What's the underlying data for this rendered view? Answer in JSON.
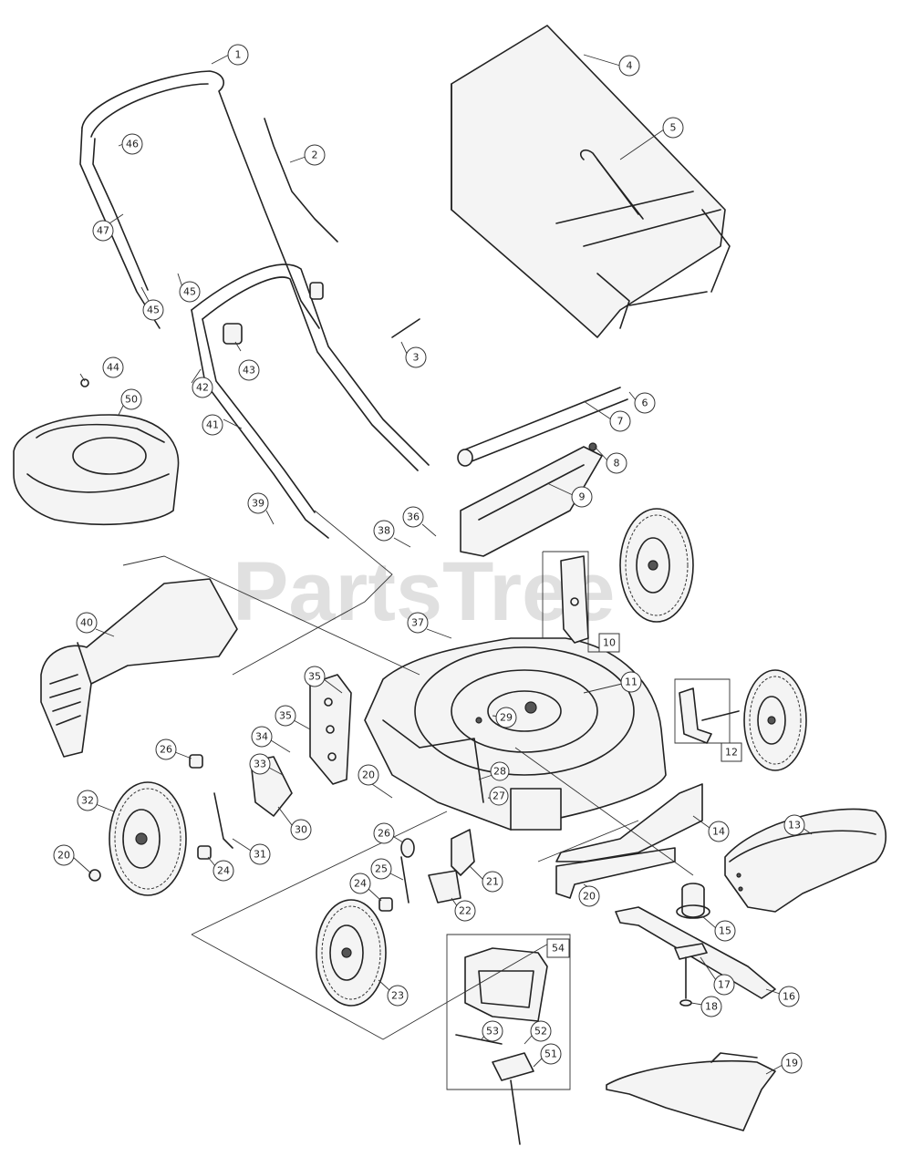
{
  "watermark": "PartsTree",
  "callouts": [
    "1",
    "2",
    "3",
    "4",
    "5",
    "6",
    "7",
    "8",
    "9",
    "11",
    "13",
    "14",
    "15",
    "16",
    "17",
    "18",
    "19",
    "20",
    "21",
    "22",
    "23",
    "24",
    "25",
    "26",
    "27",
    "28",
    "29",
    "30",
    "31",
    "32",
    "33",
    "34",
    "35",
    "36",
    "37",
    "38",
    "39",
    "40",
    "41",
    "42",
    "43",
    "44",
    "45",
    "46",
    "47",
    "50",
    "51",
    "52",
    "53"
  ],
  "boxed_labels": [
    "10",
    "12",
    "54"
  ]
}
